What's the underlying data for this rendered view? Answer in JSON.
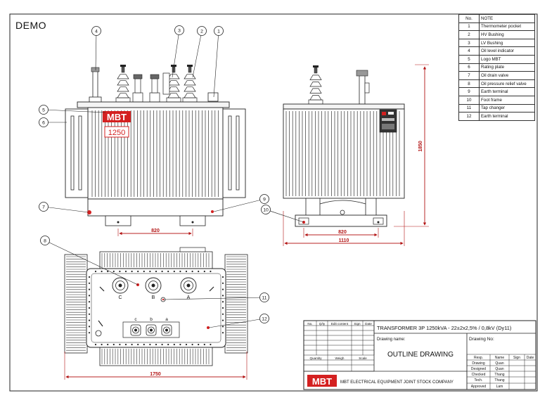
{
  "header": {
    "demo_label": "DEMO"
  },
  "notes": {
    "col_no": "No.",
    "col_note": "NOTE",
    "items": [
      {
        "no": "1",
        "text": "Thermometer pocket"
      },
      {
        "no": "2",
        "text": "HV Bushing"
      },
      {
        "no": "3",
        "text": "LV Bushing"
      },
      {
        "no": "4",
        "text": "Oil level indicator"
      },
      {
        "no": "5",
        "text": "Logo MBT"
      },
      {
        "no": "6",
        "text": "Rating plate"
      },
      {
        "no": "7",
        "text": "Oil drain valve"
      },
      {
        "no": "8",
        "text": "Oil pressure relief valve"
      },
      {
        "no": "9",
        "text": "Earth terminal"
      },
      {
        "no": "10",
        "text": "Foot frame"
      },
      {
        "no": "11",
        "text": "Tap changer"
      },
      {
        "no": "12",
        "text": "Earth terminal"
      }
    ]
  },
  "callouts": {
    "c1": "1",
    "c2": "2",
    "c3": "3",
    "c4": "4",
    "c5": "5",
    "c6": "6",
    "c7": "7",
    "c8": "8",
    "c9": "9",
    "c10": "10",
    "c11": "11",
    "c12": "12"
  },
  "front_view": {
    "logo": "MBT",
    "rating": "1250",
    "dim_width": "820"
  },
  "side_view": {
    "dim_height": "1850",
    "dim_rail": "820",
    "dim_width": "1110"
  },
  "top_view": {
    "hv_labels": [
      "C",
      "B",
      "A"
    ],
    "lv_labels": [
      "c",
      "b",
      "a"
    ],
    "dim_length": "1750"
  },
  "title_block": {
    "rev_headers": [
      "No.",
      "Q/ty",
      "Edit content",
      "Sign",
      "Date"
    ],
    "bottom_headers": [
      "Quantity",
      "Weigh",
      "Scale"
    ],
    "title": "TRANSFORMER 3P 1250kVA - 22±2x2,5% / 0,8kV  (Dy11)",
    "drawing_name_label": "Drawing name:",
    "drawing_no_label": "Drawing No:",
    "drawing_name": "OUTLINE DRAWING",
    "sign_headers": [
      "Resp.",
      "Name",
      "Sign",
      "Date"
    ],
    "roles": [
      {
        "role": "Drawing",
        "name": "Quan"
      },
      {
        "role": "Designed",
        "name": "Quan"
      },
      {
        "role": "Checked",
        "name": "Thang"
      },
      {
        "role": "Tech.",
        "name": "Thang"
      },
      {
        "role": "Approved",
        "name": "Lam"
      }
    ],
    "company_logo": "MBT",
    "company_name": "MBT ELECTRICAL EQUIPMENT JOINT STOCK COMPANY"
  },
  "colors": {
    "line": "#222222",
    "dimension": "#b31515",
    "logo_red": "#d42020"
  }
}
